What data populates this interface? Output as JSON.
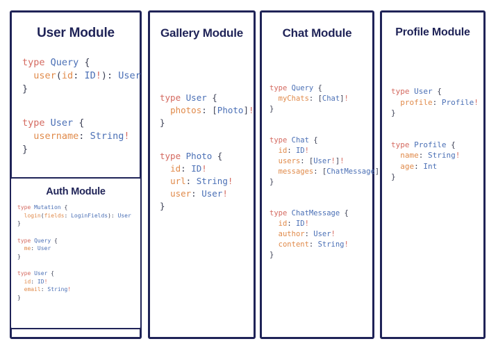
{
  "theme": {
    "border_color": "#1f2357",
    "title_color": "#1f2357",
    "keyword_color": "#d4695f",
    "type_color": "#4a6fb5",
    "field_color": "#e08a4a",
    "punctuation_color": "#3b3f54",
    "background": "#ffffff"
  },
  "modules": [
    {
      "id": "user",
      "title": "User Module",
      "blocks": [
        {
          "lines": [
            [
              {
                "t": "kw",
                "s": "type"
              },
              {
                "t": "punc",
                "s": " "
              },
              {
                "t": "type",
                "s": "Query"
              },
              {
                "t": "punc",
                "s": " {"
              }
            ],
            [
              {
                "t": "punc",
                "s": "  "
              },
              {
                "t": "field",
                "s": "user"
              },
              {
                "t": "punc",
                "s": "("
              },
              {
                "t": "field",
                "s": "id"
              },
              {
                "t": "punc",
                "s": ": "
              },
              {
                "t": "type",
                "s": "ID"
              },
              {
                "t": "bang",
                "s": "!"
              },
              {
                "t": "punc",
                "s": "): "
              },
              {
                "t": "type",
                "s": "User"
              }
            ],
            [
              {
                "t": "punc",
                "s": "}"
              }
            ]
          ]
        },
        {
          "lines": [
            [
              {
                "t": "kw",
                "s": "type"
              },
              {
                "t": "punc",
                "s": " "
              },
              {
                "t": "type",
                "s": "User"
              },
              {
                "t": "punc",
                "s": " {"
              }
            ],
            [
              {
                "t": "punc",
                "s": "  "
              },
              {
                "t": "field",
                "s": "username"
              },
              {
                "t": "punc",
                "s": ": "
              },
              {
                "t": "type",
                "s": "String"
              },
              {
                "t": "bang",
                "s": "!"
              }
            ],
            [
              {
                "t": "punc",
                "s": "}"
              }
            ]
          ]
        }
      ]
    },
    {
      "id": "auth",
      "title": "Auth Module",
      "blocks": [
        {
          "lines": [
            [
              {
                "t": "kw",
                "s": "type"
              },
              {
                "t": "punc",
                "s": " "
              },
              {
                "t": "type",
                "s": "Mutation"
              },
              {
                "t": "punc",
                "s": " {"
              }
            ],
            [
              {
                "t": "punc",
                "s": "  "
              },
              {
                "t": "field",
                "s": "login"
              },
              {
                "t": "punc",
                "s": "("
              },
              {
                "t": "field",
                "s": "fields"
              },
              {
                "t": "punc",
                "s": ": "
              },
              {
                "t": "type",
                "s": "LoginFields"
              },
              {
                "t": "punc",
                "s": "): "
              },
              {
                "t": "type",
                "s": "User"
              }
            ],
            [
              {
                "t": "punc",
                "s": "}"
              }
            ]
          ]
        },
        {
          "lines": [
            [
              {
                "t": "kw",
                "s": "type"
              },
              {
                "t": "punc",
                "s": " "
              },
              {
                "t": "type",
                "s": "Query"
              },
              {
                "t": "punc",
                "s": " {"
              }
            ],
            [
              {
                "t": "punc",
                "s": "  "
              },
              {
                "t": "field",
                "s": "me"
              },
              {
                "t": "punc",
                "s": ": "
              },
              {
                "t": "type",
                "s": "User"
              }
            ],
            [
              {
                "t": "punc",
                "s": "}"
              }
            ]
          ]
        },
        {
          "lines": [
            [
              {
                "t": "kw",
                "s": "type"
              },
              {
                "t": "punc",
                "s": " "
              },
              {
                "t": "type",
                "s": "User"
              },
              {
                "t": "punc",
                "s": " {"
              }
            ],
            [
              {
                "t": "punc",
                "s": "  "
              },
              {
                "t": "field",
                "s": "id"
              },
              {
                "t": "punc",
                "s": ": "
              },
              {
                "t": "type",
                "s": "ID"
              },
              {
                "t": "bang",
                "s": "!"
              }
            ],
            [
              {
                "t": "punc",
                "s": "  "
              },
              {
                "t": "field",
                "s": "email"
              },
              {
                "t": "punc",
                "s": ": "
              },
              {
                "t": "type",
                "s": "String"
              },
              {
                "t": "bang",
                "s": "!"
              }
            ],
            [
              {
                "t": "punc",
                "s": "}"
              }
            ]
          ]
        }
      ]
    },
    {
      "id": "gallery",
      "title": "Gallery Module",
      "blocks": [
        {
          "lines": [
            [
              {
                "t": "kw",
                "s": "type"
              },
              {
                "t": "punc",
                "s": " "
              },
              {
                "t": "type",
                "s": "User"
              },
              {
                "t": "punc",
                "s": " {"
              }
            ],
            [
              {
                "t": "punc",
                "s": "  "
              },
              {
                "t": "field",
                "s": "photos"
              },
              {
                "t": "punc",
                "s": ": ["
              },
              {
                "t": "type",
                "s": "Photo"
              },
              {
                "t": "punc",
                "s": "]"
              },
              {
                "t": "bang",
                "s": "!"
              }
            ],
            [
              {
                "t": "punc",
                "s": "}"
              }
            ]
          ]
        },
        {
          "lines": [
            [
              {
                "t": "kw",
                "s": "type"
              },
              {
                "t": "punc",
                "s": " "
              },
              {
                "t": "type",
                "s": "Photo"
              },
              {
                "t": "punc",
                "s": " {"
              }
            ],
            [
              {
                "t": "punc",
                "s": "  "
              },
              {
                "t": "field",
                "s": "id"
              },
              {
                "t": "punc",
                "s": ": "
              },
              {
                "t": "type",
                "s": "ID"
              },
              {
                "t": "bang",
                "s": "!"
              }
            ],
            [
              {
                "t": "punc",
                "s": "  "
              },
              {
                "t": "field",
                "s": "url"
              },
              {
                "t": "punc",
                "s": ": "
              },
              {
                "t": "type",
                "s": "String"
              },
              {
                "t": "bang",
                "s": "!"
              }
            ],
            [
              {
                "t": "punc",
                "s": "  "
              },
              {
                "t": "field",
                "s": "user"
              },
              {
                "t": "punc",
                "s": ": "
              },
              {
                "t": "type",
                "s": "User"
              },
              {
                "t": "bang",
                "s": "!"
              }
            ],
            [
              {
                "t": "punc",
                "s": "}"
              }
            ]
          ]
        }
      ]
    },
    {
      "id": "chat",
      "title": "Chat Module",
      "blocks": [
        {
          "lines": [
            [
              {
                "t": "kw",
                "s": "type"
              },
              {
                "t": "punc",
                "s": " "
              },
              {
                "t": "type",
                "s": "Query"
              },
              {
                "t": "punc",
                "s": " {"
              }
            ],
            [
              {
                "t": "punc",
                "s": "  "
              },
              {
                "t": "field",
                "s": "myChats"
              },
              {
                "t": "punc",
                "s": ": ["
              },
              {
                "t": "type",
                "s": "Chat"
              },
              {
                "t": "punc",
                "s": "]"
              },
              {
                "t": "bang",
                "s": "!"
              }
            ],
            [
              {
                "t": "punc",
                "s": "}"
              }
            ]
          ]
        },
        {
          "lines": [
            [
              {
                "t": "kw",
                "s": "type"
              },
              {
                "t": "punc",
                "s": " "
              },
              {
                "t": "type",
                "s": "Chat"
              },
              {
                "t": "punc",
                "s": " {"
              }
            ],
            [
              {
                "t": "punc",
                "s": "  "
              },
              {
                "t": "field",
                "s": "id"
              },
              {
                "t": "punc",
                "s": ": "
              },
              {
                "t": "type",
                "s": "ID"
              },
              {
                "t": "bang",
                "s": "!"
              }
            ],
            [
              {
                "t": "punc",
                "s": "  "
              },
              {
                "t": "field",
                "s": "users"
              },
              {
                "t": "punc",
                "s": ": ["
              },
              {
                "t": "type",
                "s": "User"
              },
              {
                "t": "bang",
                "s": "!"
              },
              {
                "t": "punc",
                "s": "]"
              },
              {
                "t": "bang",
                "s": "!"
              }
            ],
            [
              {
                "t": "punc",
                "s": "  "
              },
              {
                "t": "field",
                "s": "messages"
              },
              {
                "t": "punc",
                "s": ": ["
              },
              {
                "t": "type",
                "s": "ChatMessage"
              },
              {
                "t": "punc",
                "s": "]"
              },
              {
                "t": "bang",
                "s": "!"
              }
            ],
            [
              {
                "t": "punc",
                "s": "}"
              }
            ]
          ]
        },
        {
          "lines": [
            [
              {
                "t": "kw",
                "s": "type"
              },
              {
                "t": "punc",
                "s": " "
              },
              {
                "t": "type",
                "s": "ChatMessage"
              },
              {
                "t": "punc",
                "s": " {"
              }
            ],
            [
              {
                "t": "punc",
                "s": "  "
              },
              {
                "t": "field",
                "s": "id"
              },
              {
                "t": "punc",
                "s": ": "
              },
              {
                "t": "type",
                "s": "ID"
              },
              {
                "t": "bang",
                "s": "!"
              }
            ],
            [
              {
                "t": "punc",
                "s": "  "
              },
              {
                "t": "field",
                "s": "author"
              },
              {
                "t": "punc",
                "s": ": "
              },
              {
                "t": "type",
                "s": "User"
              },
              {
                "t": "bang",
                "s": "!"
              }
            ],
            [
              {
                "t": "punc",
                "s": "  "
              },
              {
                "t": "field",
                "s": "content"
              },
              {
                "t": "punc",
                "s": ": "
              },
              {
                "t": "type",
                "s": "String"
              },
              {
                "t": "bang",
                "s": "!"
              }
            ],
            [
              {
                "t": "punc",
                "s": "}"
              }
            ]
          ]
        }
      ]
    },
    {
      "id": "profile",
      "title": "Profile Module",
      "blocks": [
        {
          "lines": [
            [
              {
                "t": "kw",
                "s": "type"
              },
              {
                "t": "punc",
                "s": " "
              },
              {
                "t": "type",
                "s": "User"
              },
              {
                "t": "punc",
                "s": " {"
              }
            ],
            [
              {
                "t": "punc",
                "s": "  "
              },
              {
                "t": "field",
                "s": "profile"
              },
              {
                "t": "punc",
                "s": ": "
              },
              {
                "t": "type",
                "s": "Profile"
              },
              {
                "t": "bang",
                "s": "!"
              }
            ],
            [
              {
                "t": "punc",
                "s": "}"
              }
            ]
          ]
        },
        {
          "lines": [
            [
              {
                "t": "kw",
                "s": "type"
              },
              {
                "t": "punc",
                "s": " "
              },
              {
                "t": "type",
                "s": "Profile"
              },
              {
                "t": "punc",
                "s": " {"
              }
            ],
            [
              {
                "t": "punc",
                "s": "  "
              },
              {
                "t": "field",
                "s": "name"
              },
              {
                "t": "punc",
                "s": ": "
              },
              {
                "t": "type",
                "s": "String"
              },
              {
                "t": "bang",
                "s": "!"
              }
            ],
            [
              {
                "t": "punc",
                "s": "  "
              },
              {
                "t": "field",
                "s": "age"
              },
              {
                "t": "punc",
                "s": ": "
              },
              {
                "t": "type",
                "s": "Int"
              }
            ],
            [
              {
                "t": "punc",
                "s": "}"
              }
            ]
          ]
        }
      ]
    }
  ]
}
